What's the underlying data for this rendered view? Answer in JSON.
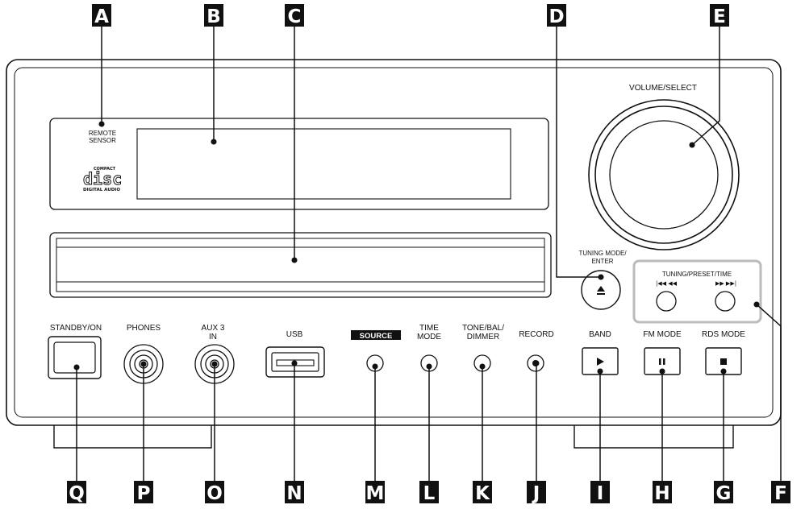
{
  "callouts": {
    "A": "A",
    "B": "B",
    "C": "C",
    "D": "D",
    "E": "E",
    "F": "F",
    "G": "G",
    "H": "H",
    "I": "I",
    "J": "J",
    "K": "K",
    "L": "L",
    "M": "M",
    "N": "N",
    "O": "O",
    "P": "P",
    "Q": "Q"
  },
  "labels": {
    "remote_sensor_1": "REMOTE",
    "remote_sensor_2": "SENSOR",
    "cd_logo_top": "COMPACT",
    "cd_logo_main": "disc",
    "cd_logo_bottom": "DIGITAL AUDIO",
    "volume_select": "VOLUME/SELECT",
    "tuning_mode_1": "TUNING MODE/",
    "tuning_mode_2": "ENTER",
    "tuning_preset_time": "TUNING/PRESET/TIME",
    "skip_back_symbols": "|◀◀ ◀◀",
    "skip_fwd_symbols": "▶▶ ▶▶|",
    "standby_on": "STANDBY/ON",
    "phones": "PHONES",
    "aux3_1": "AUX 3",
    "aux3_2": "IN",
    "usb": "USB",
    "source": "SOURCE",
    "time_mode_1": "TIME",
    "time_mode_2": "MODE",
    "tone_1": "TONE/BAL/",
    "tone_2": "DIMMER",
    "record": "RECORD",
    "band": "BAND",
    "fm_mode": "FM MODE",
    "rds_mode": "RDS MODE"
  },
  "icons": {
    "eject": "eject-icon",
    "play": "play-icon",
    "pause": "pause-icon",
    "stop": "stop-icon"
  },
  "colors": {
    "line": "#111111",
    "badge": "#111111",
    "highlight_box": "#bbbbbb"
  }
}
